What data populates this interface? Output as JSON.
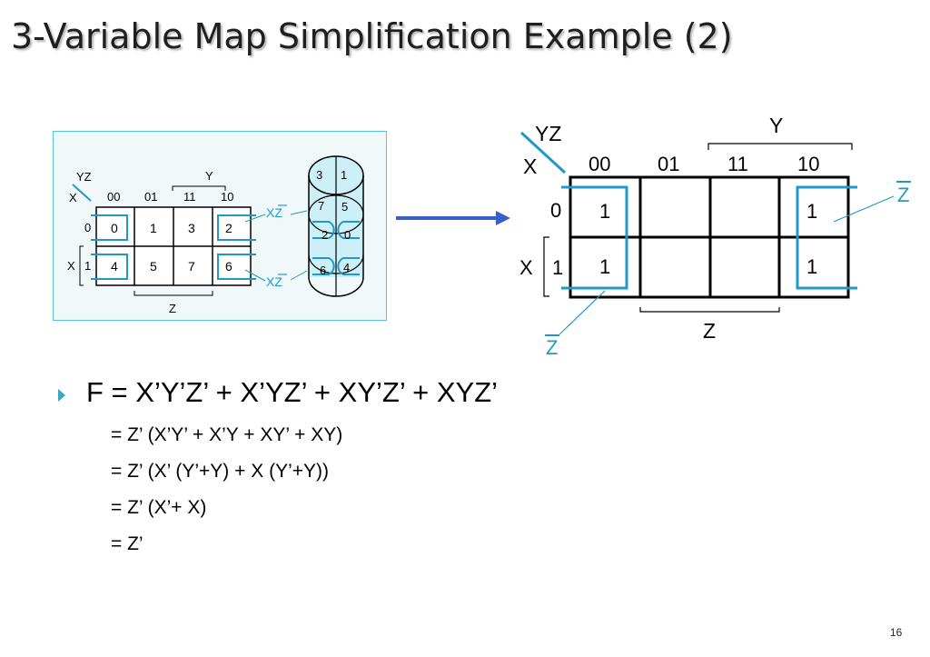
{
  "slide": {
    "title": "3-Variable Map Simplification Example (2)",
    "page_number": "16"
  },
  "left_map": {
    "corner_top": "YZ",
    "corner_left": "X",
    "y_label": "Y",
    "z_label": "Z",
    "x_side_label": "X",
    "col_headers": [
      "00",
      "01",
      "11",
      "10"
    ],
    "row_headers": [
      "0",
      "1"
    ],
    "cells": [
      [
        "0",
        "1",
        "3",
        "2"
      ],
      [
        "4",
        "5",
        "7",
        "6"
      ]
    ],
    "callout_top": "XZ",
    "callout_bottom": "XZ",
    "cylinder_cells": [
      "3",
      "1",
      "7",
      "5",
      "2",
      "0",
      "6",
      "4"
    ]
  },
  "right_map": {
    "corner_top": "YZ",
    "corner_left": "X",
    "y_label": "Y",
    "z_label": "Z",
    "x_side_label": "X",
    "col_headers": [
      "00",
      "01",
      "11",
      "10"
    ],
    "row_headers": [
      "0",
      "1"
    ],
    "cells": [
      [
        "1",
        "",
        "",
        "1"
      ],
      [
        "1",
        "",
        "",
        "1"
      ]
    ],
    "callout_right": "Z",
    "callout_bottom": "Z"
  },
  "equations": {
    "main": "F = X’Y’Z’ + X’YZ’ + XY’Z’ + XYZ’",
    "lines": [
      "= Z’ (X’Y’ + X’Y + XY’ + XY)",
      "= Z’ (X’ (Y’+Y) + X (Y’+Y))",
      "= Z’ (X’+ X)",
      "= Z’"
    ]
  },
  "colors": {
    "accent": "#1e9bc4",
    "arrow": "#3a5fcd",
    "panel_border": "#56c4d6",
    "panel_bg": "#f0f8fa",
    "cylinder_fill": "#cdeff7"
  }
}
